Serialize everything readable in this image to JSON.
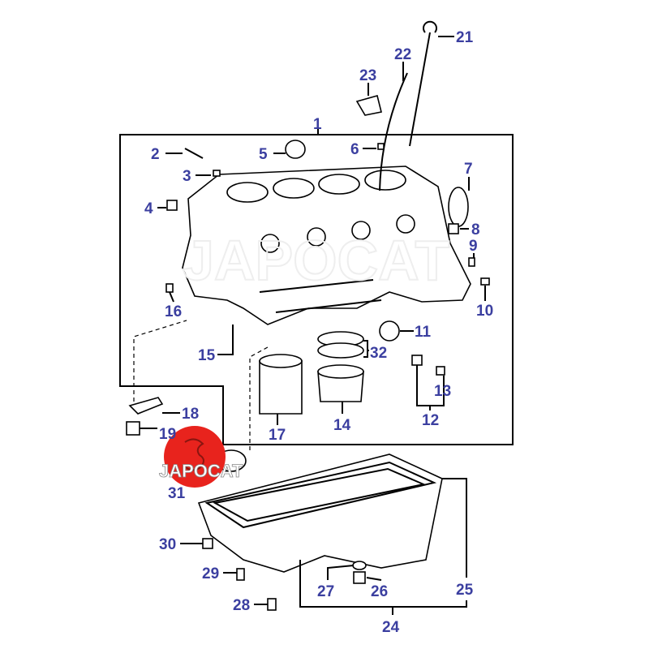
{
  "diagram": {
    "title": "Engine block and oil pan parts diagram",
    "watermark": "JAPOCAT",
    "logo_text": "JAPOCAT",
    "label_color": "#3b3fa0",
    "logo_color": "#e8231d",
    "labels": {
      "l1": "1",
      "l2": "2",
      "l3": "3",
      "l4": "4",
      "l5": "5",
      "l6": "6",
      "l7": "7",
      "l8": "8",
      "l9": "9",
      "l10": "10",
      "l11": "11",
      "l12": "12",
      "l13": "13",
      "l14": "14",
      "l15": "15",
      "l16": "16",
      "l17": "17",
      "l18": "18",
      "l19": "19",
      "l21": "21",
      "l22": "22",
      "l23": "23",
      "l24": "24",
      "l25": "25",
      "l26": "26",
      "l27": "27",
      "l28": "28",
      "l29": "29",
      "l30": "30",
      "l31": "31",
      "l32": "32"
    }
  }
}
